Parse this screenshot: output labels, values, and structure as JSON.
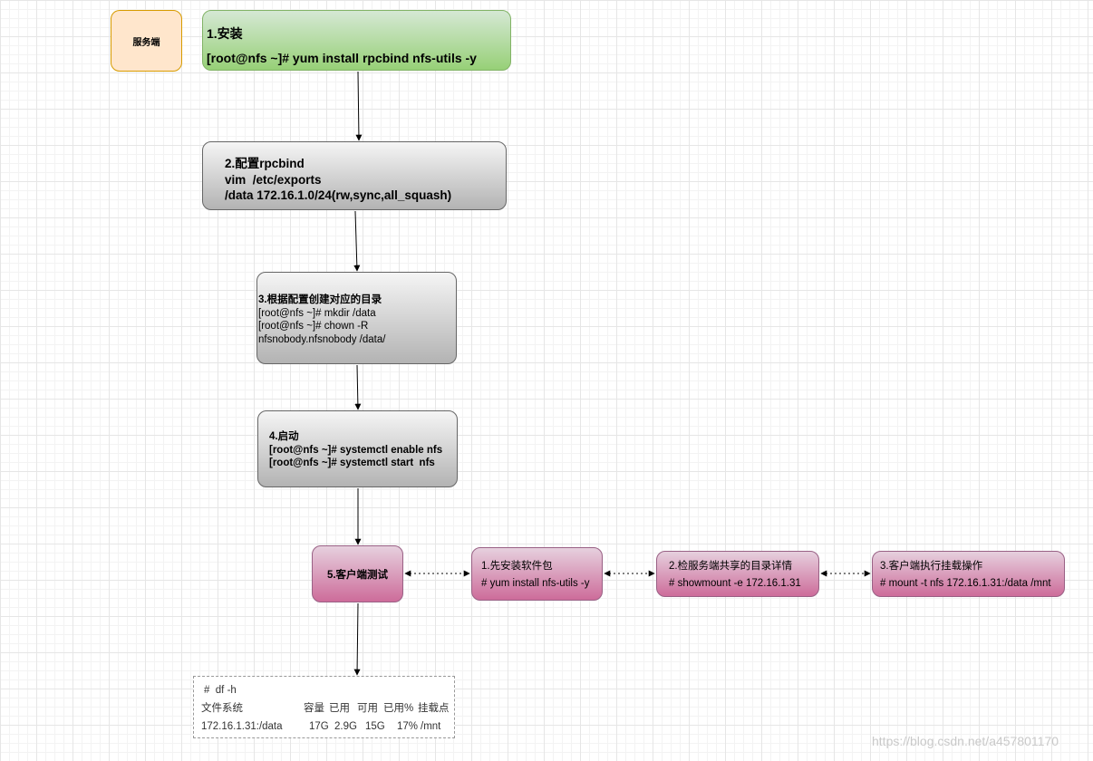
{
  "nodes": {
    "server_label": "服务端",
    "step1": {
      "title": "1.安装",
      "cmd": "[root@nfs ~]# yum install rpcbind nfs-utils -y"
    },
    "step2": {
      "title": "2.配置rpcbind",
      "line1": "vim  /etc/exports",
      "line2": "/data 172.16.1.0/24(rw,sync,all_squash)"
    },
    "step3": {
      "title": "3.根据配置创建对应的目录",
      "line1": "[root@nfs ~]# mkdir /data",
      "line2": "[root@nfs ~]# chown -R",
      "line3": "nfsnobody.nfsnobody /data/"
    },
    "step4": {
      "title": "4.启动",
      "line1": "[root@nfs ~]# systemctl enable nfs",
      "line2": "[root@nfs ~]# systemctl start  nfs"
    },
    "step5": {
      "title": "5.客户端测试"
    },
    "client1": {
      "title": "1.先安装软件包",
      "cmd": "# yum install nfs-utils -y"
    },
    "client2": {
      "title": "2.检服务端共享的目录详情",
      "cmd": "# showmount -e 172.16.1.31"
    },
    "client3": {
      "title": "3.客户端执行挂载操作",
      "cmd": "# mount -t nfs 172.16.1.31:/data /mnt"
    },
    "df_box": {
      "cmd": "#  df -h",
      "header": [
        "文件系统",
        "容量",
        "已用",
        "可用",
        "已用%",
        "挂载点"
      ],
      "row": [
        "172.16.1.31:/data",
        "17G",
        "2.9G",
        "15G",
        "17%",
        "/mnt"
      ]
    }
  },
  "watermark": "https://blog.csdn.net/a457801170",
  "colors": {
    "grid": "#e6e6e6",
    "orange_fill": "#ffe6cc",
    "orange_stroke": "#d79b00",
    "green_fill": "#97d077",
    "green_stroke": "#82b366",
    "gray_fill": "#b3b3b3",
    "gray_stroke": "#666666",
    "pink_fill": "#cd6c9a",
    "pink_stroke": "#996185",
    "edge": "#000000"
  }
}
